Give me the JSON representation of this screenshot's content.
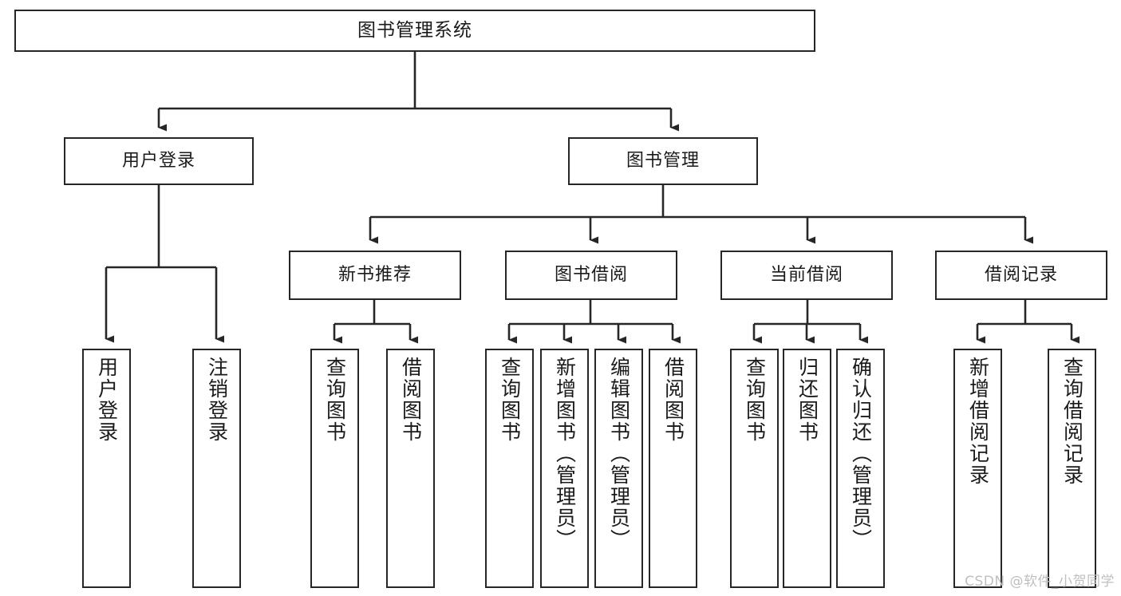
{
  "diagram": {
    "title": "图书管理系统",
    "type": "tree-structure-chart",
    "stroke_color": "#262626",
    "fill_color": "#ffffff",
    "text_color": "#1a1a1a",
    "watermark": "CSDN @软件_小贺同学"
  },
  "nodes": {
    "root": {
      "label": "图书管理系统"
    },
    "level1": [
      {
        "id": "user-login",
        "label": "用户登录"
      },
      {
        "id": "book-manage",
        "label": "图书管理"
      }
    ],
    "level2": [
      {
        "id": "new-book-recommend",
        "label": "新书推荐"
      },
      {
        "id": "book-borrow",
        "label": "图书借阅"
      },
      {
        "id": "current-borrow",
        "label": "当前借阅"
      },
      {
        "id": "borrow-record",
        "label": "借阅记录"
      }
    ],
    "leaves": {
      "user_login": [
        {
          "id": "leaf-user-login",
          "label": "用户登录"
        },
        {
          "id": "leaf-logout-login",
          "label": "注销登录"
        }
      ],
      "new_book_recommend": [
        {
          "id": "leaf-query-book-1",
          "label": "查询图书"
        },
        {
          "id": "leaf-borrow-book-1",
          "label": "借阅图书"
        }
      ],
      "book_borrow": [
        {
          "id": "leaf-query-book-2",
          "label": "查询图书"
        },
        {
          "id": "leaf-add-book-admin",
          "label": "新增图书（管理员）"
        },
        {
          "id": "leaf-edit-book-admin",
          "label": "编辑图书（管理员）"
        },
        {
          "id": "leaf-borrow-book-2",
          "label": "借阅图书"
        }
      ],
      "current_borrow": [
        {
          "id": "leaf-query-book-3",
          "label": "查询图书"
        },
        {
          "id": "leaf-return-book",
          "label": "归还图书"
        },
        {
          "id": "leaf-confirm-return-admin",
          "label": "确认归还（管理员）"
        }
      ],
      "borrow_record": [
        {
          "id": "leaf-add-borrow-record",
          "label": "新增借阅记录"
        },
        {
          "id": "leaf-query-borrow-record",
          "label": "查询借阅记录"
        }
      ]
    }
  }
}
